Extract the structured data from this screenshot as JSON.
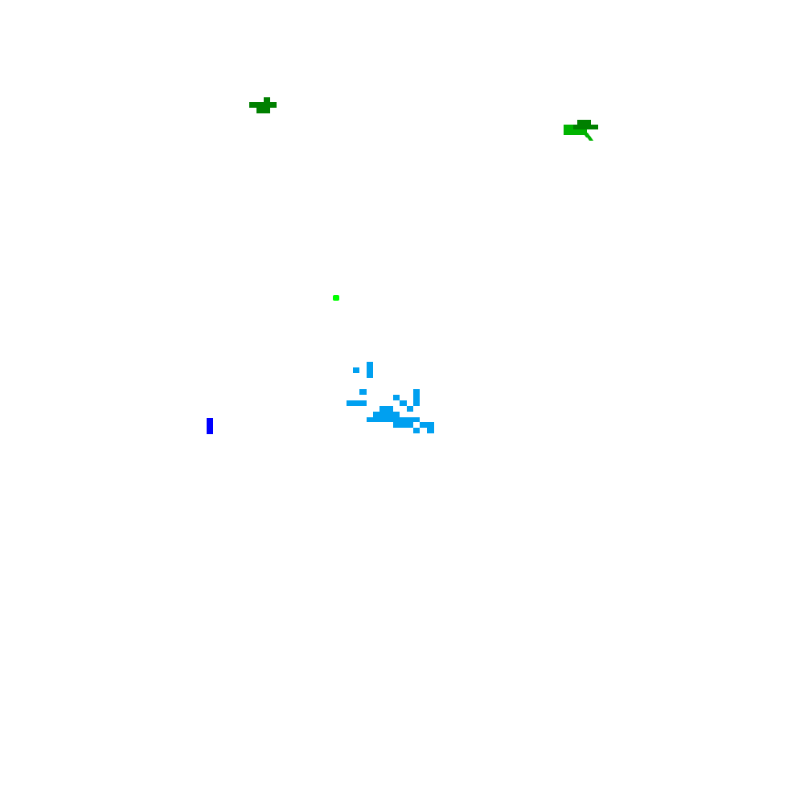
{
  "scene": {
    "background": "#ffffff",
    "colors": {
      "dark_green": "#008000",
      "mid_green": "#00b400",
      "bright_green": "#00ff00",
      "blue": "#0000ff",
      "cyan_blue": "#00a0f0"
    },
    "sprites": [
      {
        "name": "dark-green-pixel-sprite-left",
        "color_key": "dark_green"
      },
      {
        "name": "green-pixel-sprite-right",
        "color_key": "mid_green"
      },
      {
        "name": "bright-green-pixel-dot",
        "color_key": "bright_green"
      },
      {
        "name": "blue-pixel-bar",
        "color_key": "blue"
      },
      {
        "name": "cyan-pixel-cluster",
        "color_key": "cyan_blue"
      }
    ]
  }
}
